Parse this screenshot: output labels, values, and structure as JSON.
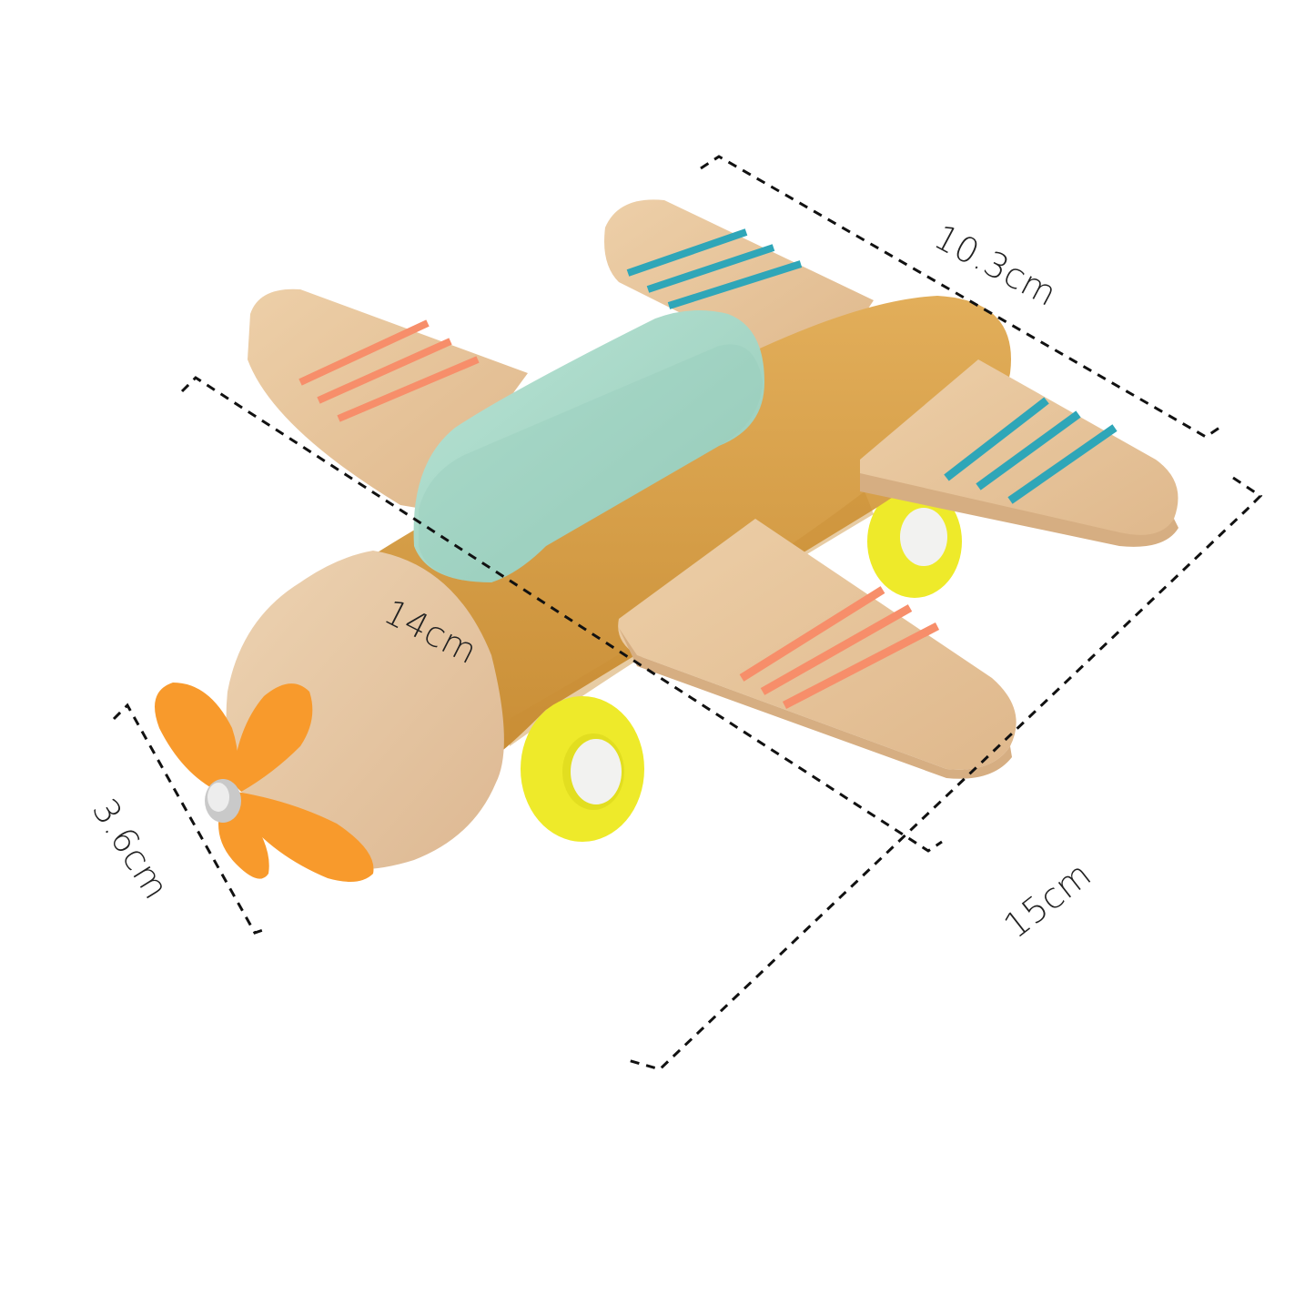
{
  "product": {
    "name": "Wooden toy airplane",
    "colors": {
      "fuselage": "#D9A24A",
      "fuselage_shade": "#C98E36",
      "nose_wood": "#E9CBA6",
      "wing_wood": "#E6C49C",
      "wing_wood_edge": "#D6AE82",
      "cockpit": "#A9DCCB",
      "cockpit_shade": "#94CBB9",
      "stripe_orange": "#F78E6A",
      "stripe_teal": "#2FA6B8",
      "propeller": "#F89A2C",
      "wheel_rim": "#EEEA2A",
      "wheel_hub": "#F2F2F0",
      "dimension_line": "#111111"
    }
  },
  "dimensions": {
    "wingspan_back": {
      "label": "10.3cm"
    },
    "length": {
      "label": "14cm"
    },
    "height": {
      "label": "3.6cm"
    },
    "wingspan_front": {
      "label": "15cm"
    }
  }
}
